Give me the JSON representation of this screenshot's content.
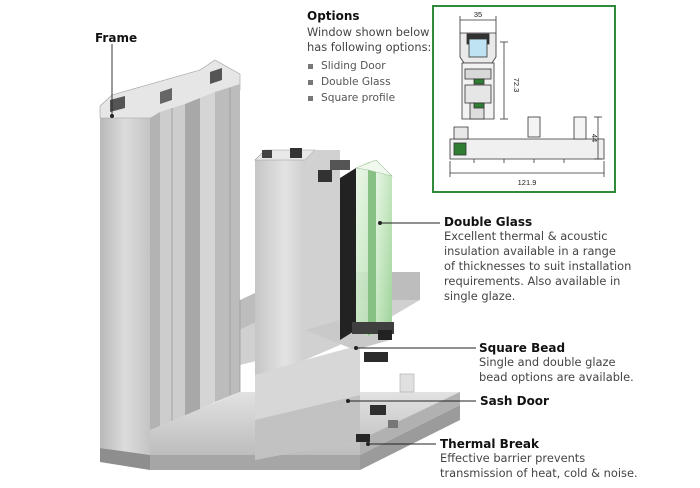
{
  "labels": {
    "frame": "Frame",
    "options_title": "Options",
    "options_desc": [
      "Window shown below",
      "has following options:"
    ],
    "options_items": [
      "Sliding Door",
      "Double Glass",
      "Square profile"
    ],
    "double_glass_title": "Double Glass",
    "double_glass_desc": [
      "Excellent thermal & acoustic",
      "insulation available in a range",
      "of thicknesses to suit installation",
      "requirements. Also available in",
      "single glaze."
    ],
    "square_bead_title": "Square Bead",
    "square_bead_desc": [
      "Single and double glaze",
      "bead options are available."
    ],
    "sash_door_title": "Sash Door",
    "thermal_break_title": "Thermal Break",
    "thermal_break_desc": [
      "Effective barrier prevents",
      "transmission of heat, cold & noise."
    ]
  },
  "inset_dimensions": {
    "width_top": "35",
    "height_mid": "72.3",
    "height_right": "44",
    "width_bottom": "121.9"
  },
  "colors": {
    "inset_border": "#2f8a3a",
    "glass": "#c8e7c4",
    "aluminium": "#c9c9c9"
  }
}
